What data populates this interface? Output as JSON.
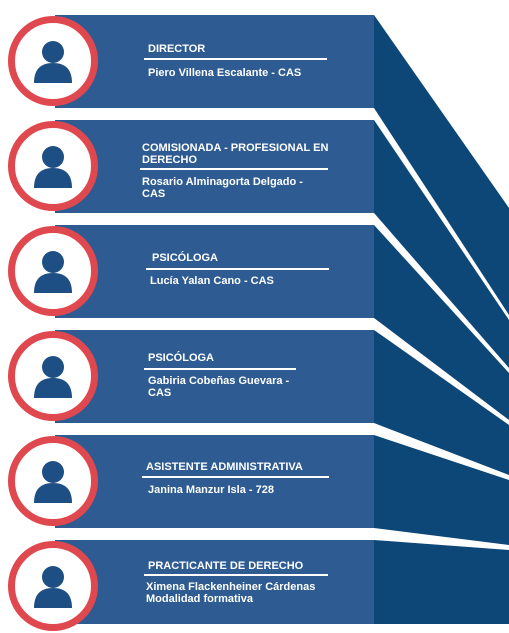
{
  "colors": {
    "panel": "#2e5c92",
    "shadow": "#0d4778",
    "ring": "#e0484f",
    "person": "#1d4f84"
  },
  "members": [
    {
      "role": "DIRECTOR",
      "name": "Piero Villena Escalante - CAS",
      "icon": "user-icon"
    },
    {
      "role": "COMISIONADA - PROFESIONAL EN DERECHO",
      "name": "Rosario Alminagorta Delgado - CAS",
      "icon": "user-icon"
    },
    {
      "role": "PSICÓLOGA",
      "name": "Lucía Yalan Cano - CAS",
      "icon": "user-icon"
    },
    {
      "role": "PSICÓLOGA",
      "name": "Gabiria Cobeñas Guevara - CAS",
      "icon": "user-icon"
    },
    {
      "role": "ASISTENTE ADMINISTRATIVA",
      "name": "Janina Manzur Isla - 728",
      "icon": "user-icon"
    },
    {
      "role": "PRACTICANTE DE DERECHO",
      "name": "Ximena Flackenheiner Cárdenas Modalidad formativa",
      "icon": "user-icon"
    }
  ]
}
